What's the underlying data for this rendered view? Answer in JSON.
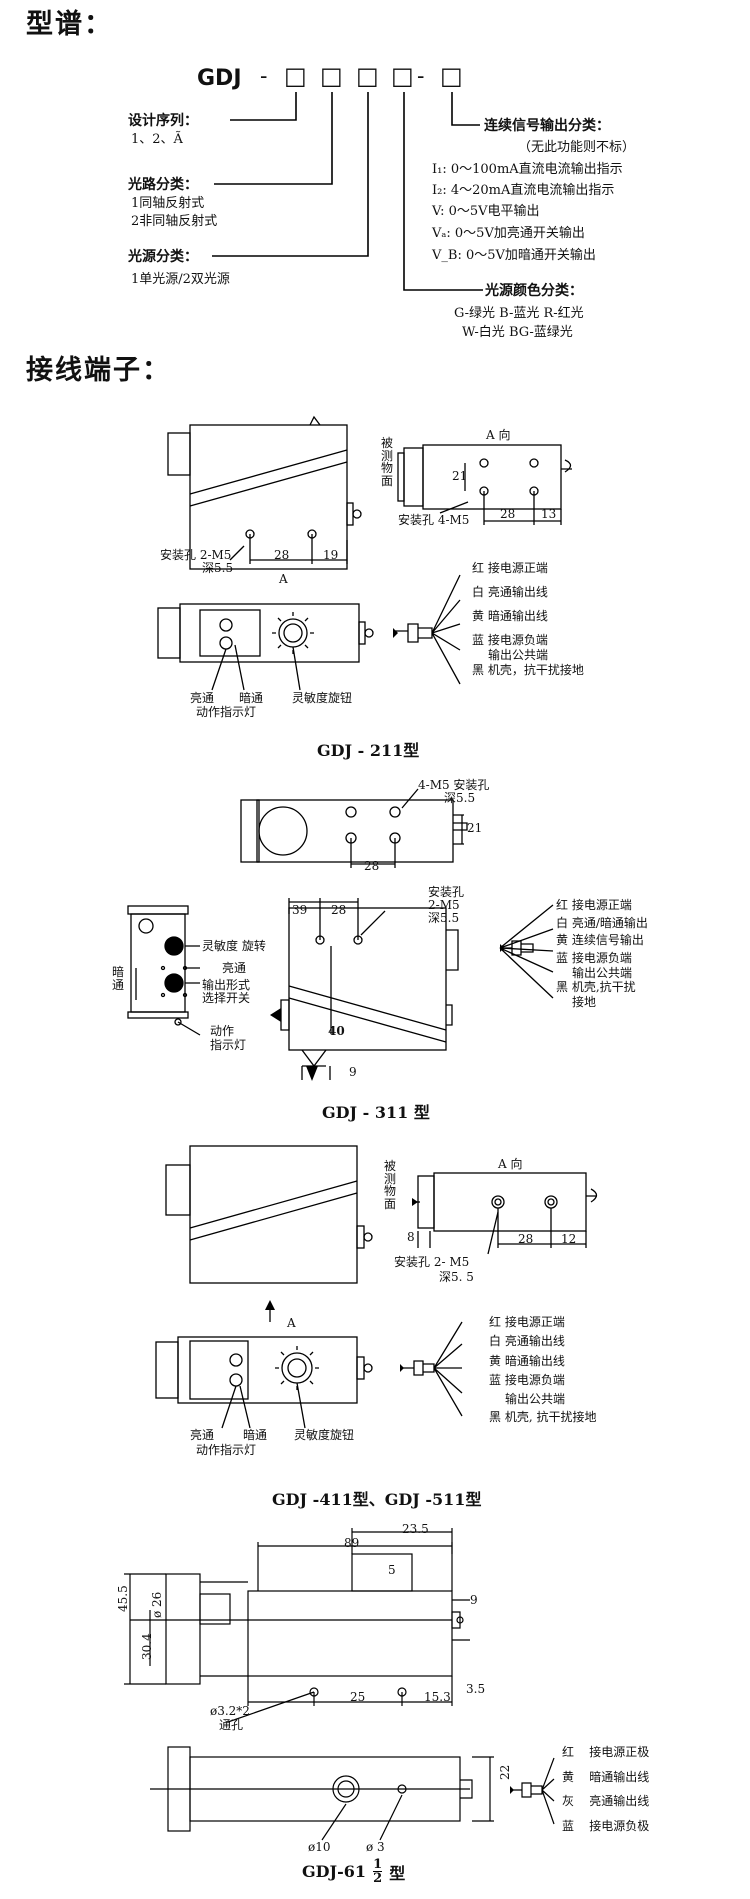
{
  "sections": {
    "model_title": "型谱：",
    "wiring_title": "接线端子："
  },
  "model_code": {
    "prefix": "GDJ",
    "dash": "-",
    "box": "□",
    "dash2": "-"
  },
  "left_legend": [
    {
      "heading": "设计序列：",
      "lines": [
        "1、2、Ã"
      ]
    },
    {
      "heading": "光路分类：",
      "lines": [
        "1同轴反射式",
        "2非同轴反射式"
      ]
    },
    {
      "heading": "光源分类：",
      "lines": [
        "1单光源/2双光源"
      ]
    }
  ],
  "output_legend": {
    "heading": "连续信号输出分类：",
    "note": "（无此功能则不标）",
    "items": [
      "I₁: 0～100mA直流电流输出指示",
      "I₂: 4～20mA直流电流输出指示",
      "V: 0～5V电平输出",
      "Vₐ: 0～5V加亮通开关输出",
      "V_B: 0～5V加暗通开关输出"
    ]
  },
  "color_legend": {
    "heading": "光源颜色分类：",
    "lines": [
      "G-绿光 B-蓝光 R-红光",
      "W-白光 BG-蓝绿光"
    ]
  },
  "gdj211": {
    "caption": "GDJ - 211型",
    "a_dir": "A 向",
    "target": [
      "被",
      "测",
      "物",
      "面"
    ],
    "dims": {
      "d21": "21",
      "d28a": "28",
      "d13": "13",
      "d28b": "28",
      "d19": "19"
    },
    "mount_side": "安装孔 4-M5",
    "mount_bottom": "安装孔 2-M5",
    "depth": "深5.5",
    "a_label": "A",
    "front_labels": [
      "亮通",
      "暗通",
      "动作指示灯",
      "灵敏度旋钮"
    ],
    "wires": [
      {
        "color": "红",
        "text": "接电源正端"
      },
      {
        "color": "白",
        "text": "亮通输出线"
      },
      {
        "color": "黄",
        "text": "暗通输出线"
      },
      {
        "color": "蓝",
        "text": "接电源负端"
      },
      {
        "color": "",
        "text": "输出公共端"
      },
      {
        "color": "黑",
        "text": "机壳，抗干扰接地"
      }
    ]
  },
  "gdj311": {
    "caption": "GDJ - 311 型",
    "top_hole": "4-M5 安装孔",
    "top_depth": "深5.5",
    "d21": "21",
    "d28": "28",
    "d39": "39",
    "d28b": "28",
    "side_hole": [
      "安装孔",
      "2-M5",
      "深5.5"
    ],
    "d40": "40",
    "d9": "9",
    "panel_labels": [
      "灵敏度 旋转",
      "亮通",
      "输出形式",
      "选择开关",
      "动作",
      "指示灯"
    ],
    "dark": [
      "暗",
      "通"
    ],
    "wires": [
      {
        "color": "红",
        "text": "接电源正端"
      },
      {
        "color": "白",
        "text": "亮通/暗通输出"
      },
      {
        "color": "黄",
        "text": "连续信号输出"
      },
      {
        "color": "蓝",
        "text": "接电源负端"
      },
      {
        "color": "",
        "text": "输出公共端"
      },
      {
        "color": "黑",
        "text": "机壳,抗干扰"
      },
      {
        "color": "",
        "text": "接地"
      }
    ]
  },
  "gdj411": {
    "caption": "GDJ -411型、GDJ -511型",
    "a_dir": "A  向",
    "target": [
      "被",
      "测",
      "物",
      "面"
    ],
    "d8": "8",
    "d28": "28",
    "d12": "12",
    "mount": "安装孔  2- M5",
    "depth": "深5. 5",
    "arrow_a": "A",
    "front_labels": [
      "亮通",
      "暗通",
      "动作指示灯",
      "灵敏度旋钮"
    ],
    "wires": [
      {
        "color": "红",
        "text": "接电源正端"
      },
      {
        "color": "白",
        "text": "亮通输出线"
      },
      {
        "color": "黄",
        "text": "暗通输出线"
      },
      {
        "color": "蓝",
        "text": "接电源负端"
      },
      {
        "color": "",
        "text": "输出公共端"
      },
      {
        "color": "黑",
        "text": "机壳, 抗干扰接地"
      }
    ]
  },
  "gdj61": {
    "caption_main": "GDJ-61",
    "frac_top": "1",
    "frac_bottom": "2",
    "caption_suffix": "型",
    "dims": {
      "d89": "89",
      "d23_5": "23.5",
      "d5": "5",
      "d9": "9",
      "d45_5": "45.5",
      "d26": "ø 26",
      "d30_4": "30.4",
      "d3_5": "3.5",
      "d25": "25",
      "d15_3": "15.3",
      "hole": "ø3.2*2",
      "through": "通孔",
      "d22": "22",
      "d10": "ø10",
      "d3": "ø 3"
    },
    "wires": [
      {
        "color": "红",
        "text": "接电源正极"
      },
      {
        "color": "黄",
        "text": "暗通输出线"
      },
      {
        "color": "灰",
        "text": "亮通输出线"
      },
      {
        "color": "蓝",
        "text": "接电源负极"
      }
    ]
  }
}
